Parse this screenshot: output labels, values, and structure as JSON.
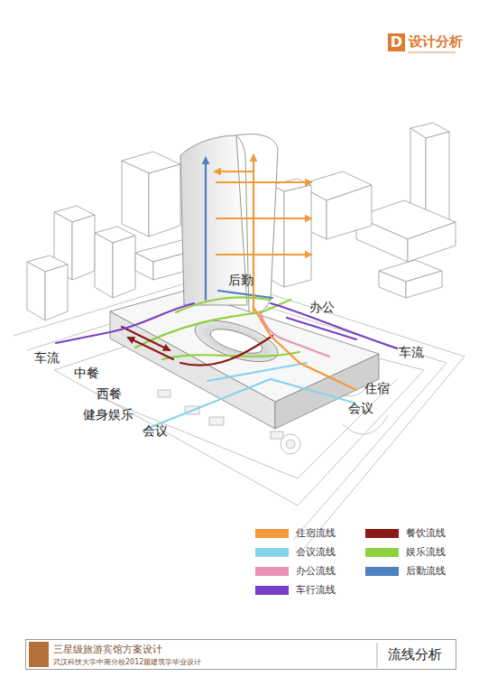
{
  "diagram": {
    "title": "设计分析",
    "caption": "流线分析",
    "nodes": [
      {
        "text": [
          "D"
        ]
      },
      {
        "text": [
          "三星级旅游宾馆方案设计",
          "武汉科技大学中南分校2012届建筑学毕业设计"
        ]
      }
    ],
    "labels": [
      "后勤",
      "办公",
      "车流",
      "车流",
      "中餐",
      "住宿",
      "西餐",
      "会议",
      "健身娱乐",
      "会议"
    ],
    "legend": [
      {
        "text": "住宿流线",
        "color": "#f39a3b"
      },
      {
        "text": "餐饮流线",
        "color": "#8b1a1a"
      },
      {
        "text": "会议流线",
        "color": "#86d4ea"
      },
      {
        "text": "娱乐流线",
        "color": "#8fd13f"
      },
      {
        "text": "办公流线",
        "color": "#e993b8"
      },
      {
        "text": "后勤流线",
        "color": "#4f80c0"
      },
      {
        "text": "车行流线",
        "color": "#7a3fc6"
      }
    ]
  }
}
